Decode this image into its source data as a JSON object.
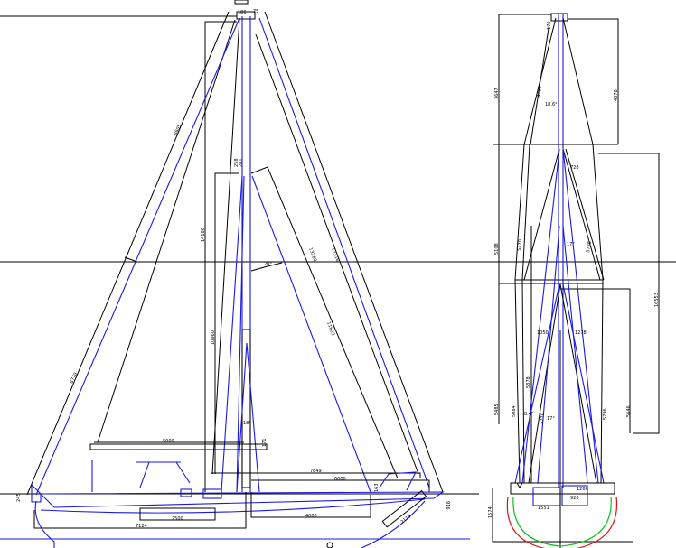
{
  "drawing": {
    "side_view": {
      "labels": {
        "jib_luff": "8605",
        "mast_height": "14186",
        "backstay": "17316",
        "inner_forestay": "13280",
        "genoa_leech": "8770",
        "staysail_luff": "11623",
        "boom_length": "5000",
        "main_luff": "10960",
        "angle_top": "20°",
        "angle_low": "18°",
        "boom_height": "171",
        "foot_a": "7849",
        "foot_b": "6000",
        "deck_a": "7124",
        "deck_b": "2500",
        "deck_c": "4000",
        "bowsprit": "2115",
        "freeboard_bow": "245",
        "freeboard_stern": "916",
        "pushpit": "163",
        "masthead_a": "186",
        "masthead_b": "75",
        "spreader_a": "258",
        "spreader_b": "281"
      }
    },
    "front_view": {
      "labels": {
        "top_section": "3647",
        "top_diag": "4700",
        "top_angle": "18.6°",
        "top_right": "4078",
        "mid_section": "5108",
        "mid_diag_l": "5470",
        "mid_diag_r": "5725",
        "mid_angle": "17°",
        "spreader_top": "728",
        "spreader_mid_l": "1050",
        "spreader_mid_r": "1278",
        "low_section": "5485",
        "low_a": "5084",
        "low_b": "5878",
        "low_c": "5770",
        "low_d": "5796",
        "low_e": "5646",
        "low_angle": "17°",
        "low_angle_b": "8.4°",
        "overall": "16553",
        "base_a": "1266",
        "base_b": "920",
        "base_c": "1551",
        "keel": "1574",
        "mast_top": "170"
      }
    }
  }
}
